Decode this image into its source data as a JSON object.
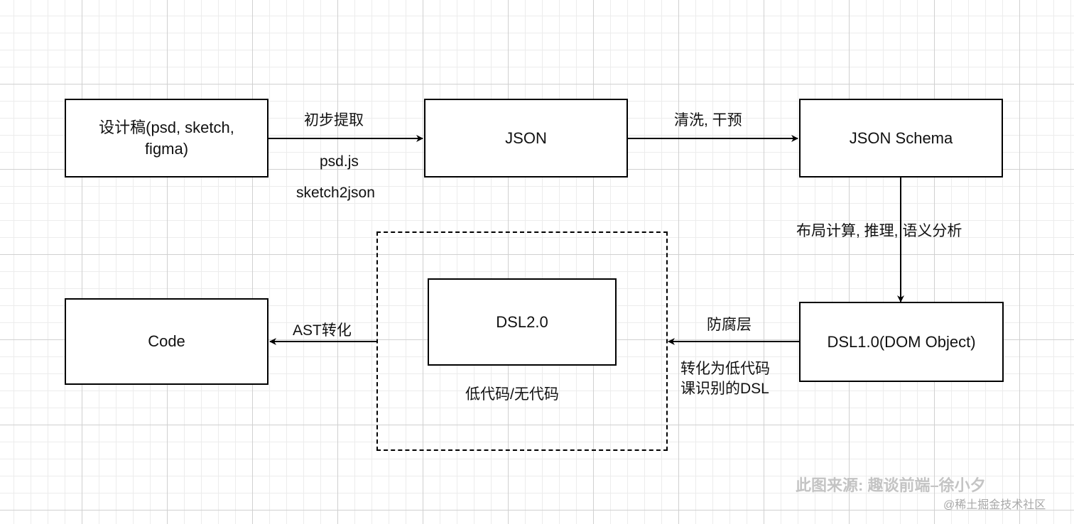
{
  "nodes": {
    "design": "设计稿(psd, sketch,\nfigma)",
    "json": "JSON",
    "schema": "JSON Schema",
    "dsl1": "DSL1.0(DOM Object)",
    "dsl2": "DSL2.0",
    "code": "Code"
  },
  "edges": {
    "extract": "初步提取",
    "tool_psd": "psd.js",
    "tool_sketch": "sketch2json",
    "clean": "清洗, 干预",
    "layout": "布局计算, 推理, 语义分析",
    "anticorruption": "防腐层",
    "convert": "转化为低代码\n课识别的DSL",
    "ast": "AST转化"
  },
  "group": {
    "caption": "低代码/无代码"
  },
  "credits": {
    "source": "此图来源: 趣谈前端–徐小夕",
    "platform": "@稀土掘金技术社区"
  }
}
